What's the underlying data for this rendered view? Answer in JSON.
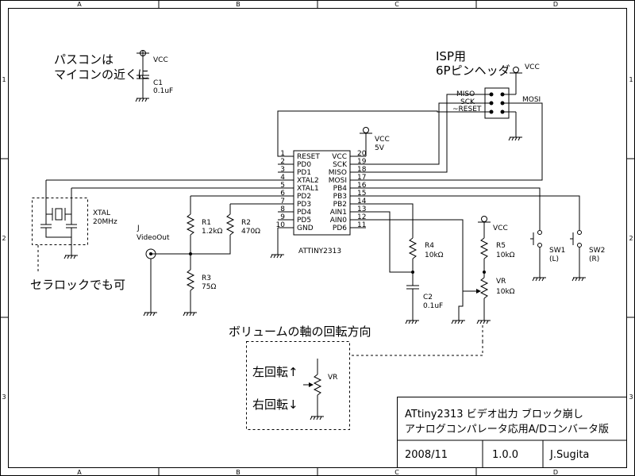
{
  "frame": {
    "columns": [
      "A",
      "B",
      "C",
      "D"
    ],
    "rows": [
      "1",
      "2",
      "3"
    ]
  },
  "notes": {
    "bypass_line1": "パスコンは",
    "bypass_line2": "マイコンの近くに",
    "isp_line1": "ISP用",
    "isp_line2": "6Pピンヘッダ",
    "ceramic": "セラロックでも可",
    "volume_title": "ボリュームの軸の回転方向",
    "rotate_left": "左回転↑",
    "rotate_right": "右回転↓"
  },
  "power": {
    "vcc": "VCC",
    "vcc_5v": "5V"
  },
  "components": {
    "c1_name": "C1",
    "c1_value": "0.1uF",
    "c2_name": "C2",
    "c2_value": "0.1uF",
    "xtal_name": "XTAL",
    "xtal_value": "20MHz",
    "r1_name": "R1",
    "r1_value": "1.2kΩ",
    "r2_name": "R2",
    "r2_value": "470Ω",
    "r3_name": "R3",
    "r3_value": "75Ω",
    "r4_name": "R4",
    "r4_value": "10kΩ",
    "r5_name": "R5",
    "r5_value": "10kΩ",
    "vr_name": "VR",
    "vr_value": "10kΩ",
    "vr_detail_name": "VR",
    "jack_name": "J",
    "jack_label": "VideoOut",
    "sw1_name": "SW1",
    "sw1_side": "(L)",
    "sw2_name": "SW2",
    "sw2_side": "(R)"
  },
  "header": {
    "miso": "MISO",
    "sck": "SCK",
    "reset": "~RESET",
    "mosi": "MOSI"
  },
  "ic": {
    "name": "ATTINY2313",
    "left_pins": [
      {
        "num": "1",
        "name": "RESET"
      },
      {
        "num": "2",
        "name": "PD0"
      },
      {
        "num": "3",
        "name": "PD1"
      },
      {
        "num": "4",
        "name": "XTAL2"
      },
      {
        "num": "5",
        "name": "XTAL1"
      },
      {
        "num": "6",
        "name": "PD2"
      },
      {
        "num": "7",
        "name": "PD3"
      },
      {
        "num": "8",
        "name": "PD4"
      },
      {
        "num": "9",
        "name": "PD5"
      },
      {
        "num": "10",
        "name": "GND"
      }
    ],
    "right_pins": [
      {
        "num": "20",
        "name": "VCC"
      },
      {
        "num": "19",
        "name": "SCK"
      },
      {
        "num": "18",
        "name": "MISO"
      },
      {
        "num": "17",
        "name": "MOSI"
      },
      {
        "num": "16",
        "name": "PB4"
      },
      {
        "num": "15",
        "name": "PB3"
      },
      {
        "num": "14",
        "name": "PB2"
      },
      {
        "num": "13",
        "name": "AIN1"
      },
      {
        "num": "12",
        "name": "AIN0"
      },
      {
        "num": "11",
        "name": "PD6"
      }
    ]
  },
  "title_block": {
    "title_line1": "ATtiny2313 ビデオ出力 ブロック崩し",
    "title_line2": "アナログコンパレータ応用A/Dコンバータ版",
    "date": "2008/11",
    "version": "1.0.0",
    "author": "J.Sugita"
  }
}
